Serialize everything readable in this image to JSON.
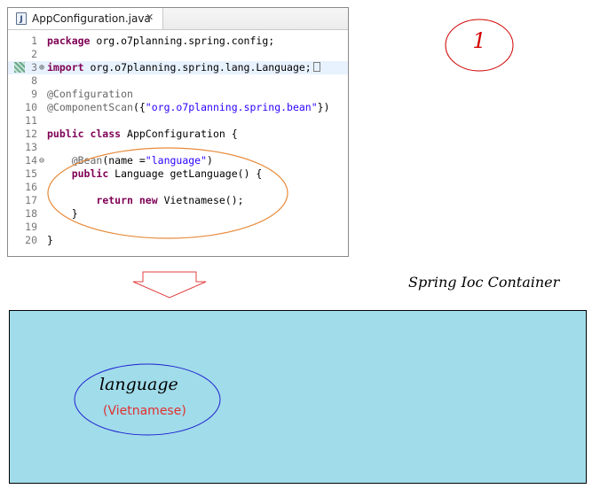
{
  "editor": {
    "tab_title": "AppConfiguration.java",
    "tab_close": "✕",
    "file_icon": "J"
  },
  "code_lines": [
    {
      "num": "1",
      "fold": "",
      "collapsed_marker": false,
      "highlight": false,
      "segments": [
        {
          "t": "kw",
          "v": "package"
        },
        {
          "t": "pl",
          "v": " org.o7planning.spring.config;"
        }
      ]
    },
    {
      "num": "2",
      "fold": "",
      "collapsed_marker": false,
      "highlight": false,
      "segments": []
    },
    {
      "num": "3",
      "fold": "⊕",
      "collapsed_marker": true,
      "highlight": true,
      "segments": [
        {
          "t": "kw",
          "v": "import"
        },
        {
          "t": "pl",
          "v": " org.o7planning.spring.lang.Language;"
        }
      ]
    },
    {
      "num": "8",
      "fold": "",
      "collapsed_marker": false,
      "highlight": false,
      "segments": []
    },
    {
      "num": "9",
      "fold": "",
      "collapsed_marker": false,
      "highlight": false,
      "segments": [
        {
          "t": "ann",
          "v": "@Configuration"
        }
      ]
    },
    {
      "num": "10",
      "fold": "",
      "collapsed_marker": false,
      "highlight": false,
      "segments": [
        {
          "t": "ann",
          "v": "@ComponentScan"
        },
        {
          "t": "pl",
          "v": "({"
        },
        {
          "t": "str",
          "v": "\"org.o7planning.spring.bean\""
        },
        {
          "t": "pl",
          "v": "})"
        }
      ]
    },
    {
      "num": "11",
      "fold": "",
      "collapsed_marker": false,
      "highlight": false,
      "segments": []
    },
    {
      "num": "12",
      "fold": "",
      "collapsed_marker": false,
      "highlight": false,
      "segments": [
        {
          "t": "kw",
          "v": "public class"
        },
        {
          "t": "pl",
          "v": " AppConfiguration {"
        }
      ]
    },
    {
      "num": "13",
      "fold": "",
      "collapsed_marker": false,
      "highlight": false,
      "segments": []
    },
    {
      "num": "14",
      "fold": "⊖",
      "collapsed_marker": false,
      "highlight": false,
      "segments": [
        {
          "t": "pl",
          "v": "    "
        },
        {
          "t": "ann",
          "v": "@Bean"
        },
        {
          "t": "pl",
          "v": "(name ="
        },
        {
          "t": "str",
          "v": "\"language\""
        },
        {
          "t": "pl",
          "v": ")"
        }
      ]
    },
    {
      "num": "15",
      "fold": "",
      "collapsed_marker": false,
      "highlight": false,
      "segments": [
        {
          "t": "pl",
          "v": "    "
        },
        {
          "t": "kw",
          "v": "public"
        },
        {
          "t": "pl",
          "v": " Language getLanguage() {"
        }
      ]
    },
    {
      "num": "16",
      "fold": "",
      "collapsed_marker": false,
      "highlight": false,
      "segments": []
    },
    {
      "num": "17",
      "fold": "",
      "collapsed_marker": false,
      "highlight": false,
      "segments": [
        {
          "t": "pl",
          "v": "        "
        },
        {
          "t": "kw",
          "v": "return new"
        },
        {
          "t": "pl",
          "v": " Vietnamese();"
        }
      ]
    },
    {
      "num": "18",
      "fold": "",
      "collapsed_marker": false,
      "highlight": false,
      "segments": [
        {
          "t": "pl",
          "v": "    }"
        }
      ]
    },
    {
      "num": "19",
      "fold": "",
      "collapsed_marker": false,
      "highlight": false,
      "segments": []
    },
    {
      "num": "20",
      "fold": "",
      "collapsed_marker": false,
      "highlight": false,
      "segments": [
        {
          "t": "pl",
          "v": "}"
        }
      ]
    }
  ],
  "step_number": "1",
  "container": {
    "title": "Spring Ioc Container",
    "bean_name": "language",
    "bean_type": "(Vietnamese)"
  },
  "colors": {
    "container_fill": "#a0dcea",
    "code_ellipse_stroke": "#e88a3a",
    "bean_ellipse_stroke": "#2020d0",
    "step_circle_stroke": "#d10000",
    "arrow_stroke": "#e04040"
  }
}
